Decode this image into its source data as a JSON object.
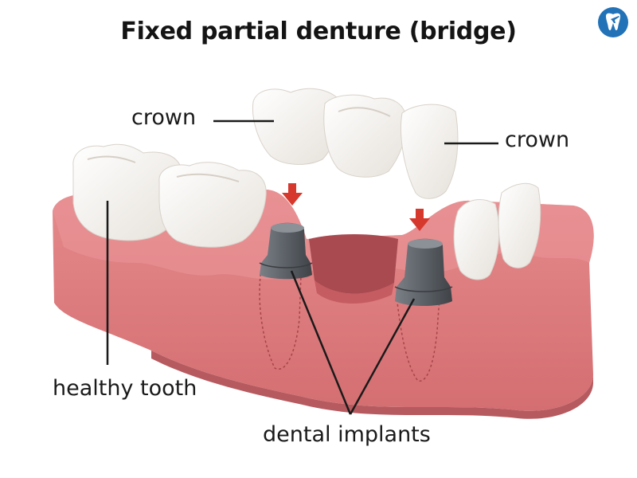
{
  "title": "Fixed partial denture (bridge)",
  "labels": {
    "crown_left": "crown",
    "crown_right": "crown",
    "healthy_tooth": "healthy tooth",
    "dental_implants": "dental implants"
  },
  "colors": {
    "gum": "#d9787a",
    "gum_dark": "#b8555a",
    "tooth": "#f4f2ee",
    "implant": "#5f646a",
    "arrow": "#d6382e",
    "brand": "#2272b8"
  },
  "logo_icon": "tooth-airplane-icon"
}
